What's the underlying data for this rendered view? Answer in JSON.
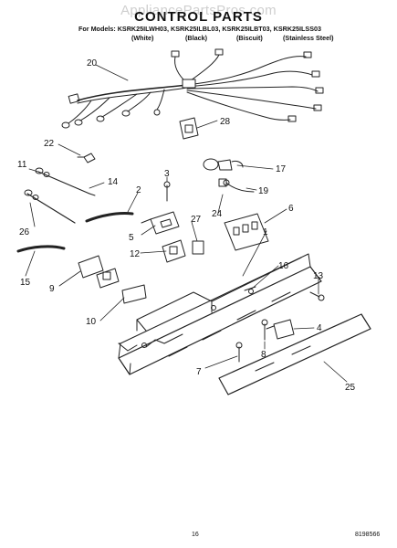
{
  "watermark": "AppliancePartsPros.com",
  "title": "CONTROL PARTS",
  "models_line": "For Models: KSRK25ILWH03, KSRK25ILBL03, KSRK25ILBT03, KSRK25ILSS03",
  "finishes": [
    "(White)",
    "(Black)",
    "(Biscuit)",
    "(Stainless Steel)"
  ],
  "part_callouts": [
    "20",
    "28",
    "22",
    "11",
    "14",
    "3",
    "2",
    "17",
    "19",
    "24",
    "6",
    "27",
    "26",
    "5",
    "12",
    "1",
    "15",
    "9",
    "16",
    "13",
    "10",
    "4",
    "8",
    "7",
    "25"
  ],
  "page_number": "16",
  "document_number": "8198566"
}
